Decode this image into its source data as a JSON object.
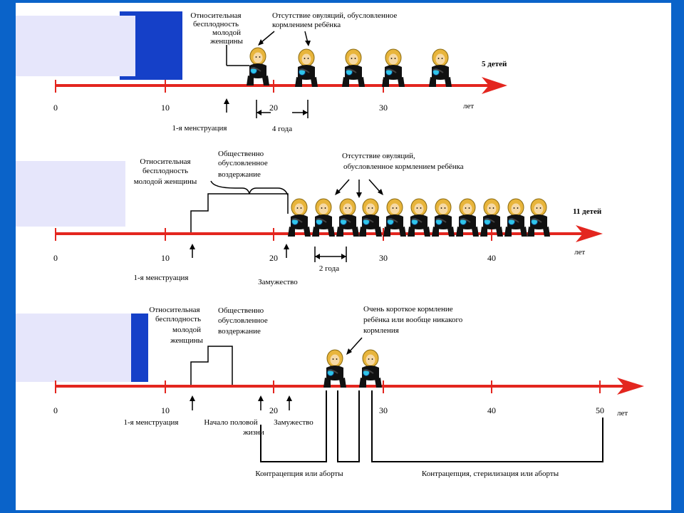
{
  "diagram": {
    "axis_unit": "лет",
    "panel1": {
      "ticks": [
        "0",
        "10",
        "20",
        "30"
      ],
      "infertility_note": [
        "Относительная",
        "бесплодность",
        "молодой",
        "женщины"
      ],
      "lactation_note": [
        "Отсутствие овуляций, обусловленное",
        "кормлением ребёнка"
      ],
      "children_count": "5 детей",
      "menarche": "1-я менструация",
      "interval": "4 года"
    },
    "panel2": {
      "ticks": [
        "0",
        "10",
        "20",
        "30",
        "40"
      ],
      "infertility_note": [
        "Относительная",
        "бесплодность",
        "молодой женщины"
      ],
      "abstinence_note": [
        "Общественно",
        "обусловленное",
        "воздержание"
      ],
      "lactation_note": [
        "Отсутствие овуляций,",
        "обусловленное кормлением ребёнка"
      ],
      "children_count": "11 детей",
      "menarche": "1-я менструация",
      "marriage": "Замужество",
      "interval": "2 года"
    },
    "panel3": {
      "ticks": [
        "0",
        "10",
        "20",
        "30",
        "40",
        "50"
      ],
      "infertility_note": [
        "Относительная",
        "бесплодность",
        "молодой",
        "женщины"
      ],
      "abstinence_note": [
        "Общественно",
        "обусловленное",
        "воздержание"
      ],
      "feeding_note": [
        "Очень короткое кормление",
        "ребёнка или вообще никакого",
        "кормления"
      ],
      "menarche": "1-я менструация",
      "sex_life_start": [
        "Начало половой",
        "жизни"
      ],
      "marriage": "Замужество",
      "contraception_short": "Контрацепция или аборты",
      "contraception_long": "Контрацепция, стерилизация или аборты"
    }
  }
}
